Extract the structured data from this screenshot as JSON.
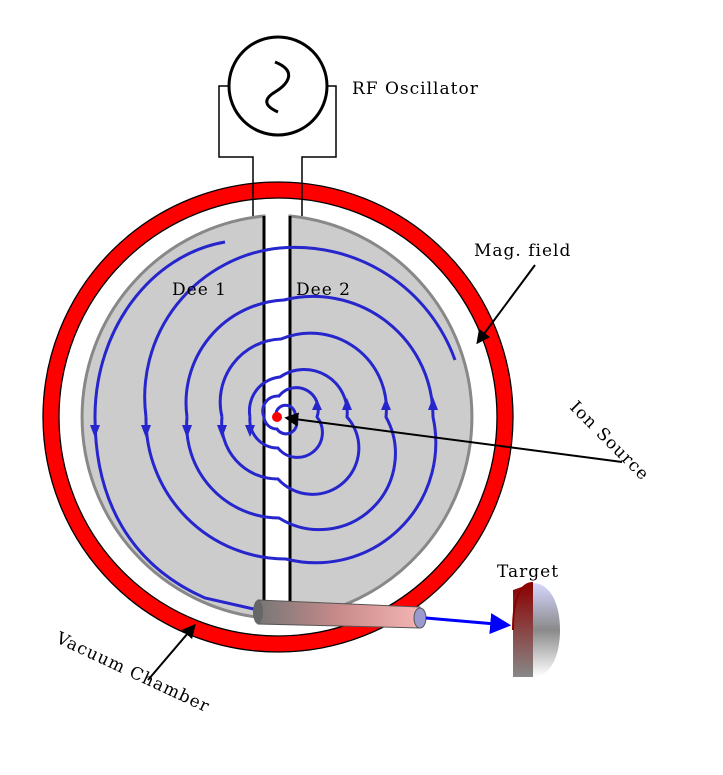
{
  "labels": {
    "rf_oscillator": "RF Oscillator",
    "dee1": "Dee 1",
    "dee2": "Dee 2",
    "mag_field": "Mag. field",
    "ion_source": "Ion Source",
    "target": "Target",
    "vacuum_chamber": "Vacuum Chamber"
  },
  "colors": {
    "chamber_ring": "#ff0000",
    "dee_fill": "#cccccc",
    "dee_stroke": "#888888",
    "spiral": "#2626cc",
    "beam_arrow": "#0000ff",
    "ion_source": "#ff0000"
  },
  "icons": {
    "oscillator": "sine-wave-icon"
  }
}
